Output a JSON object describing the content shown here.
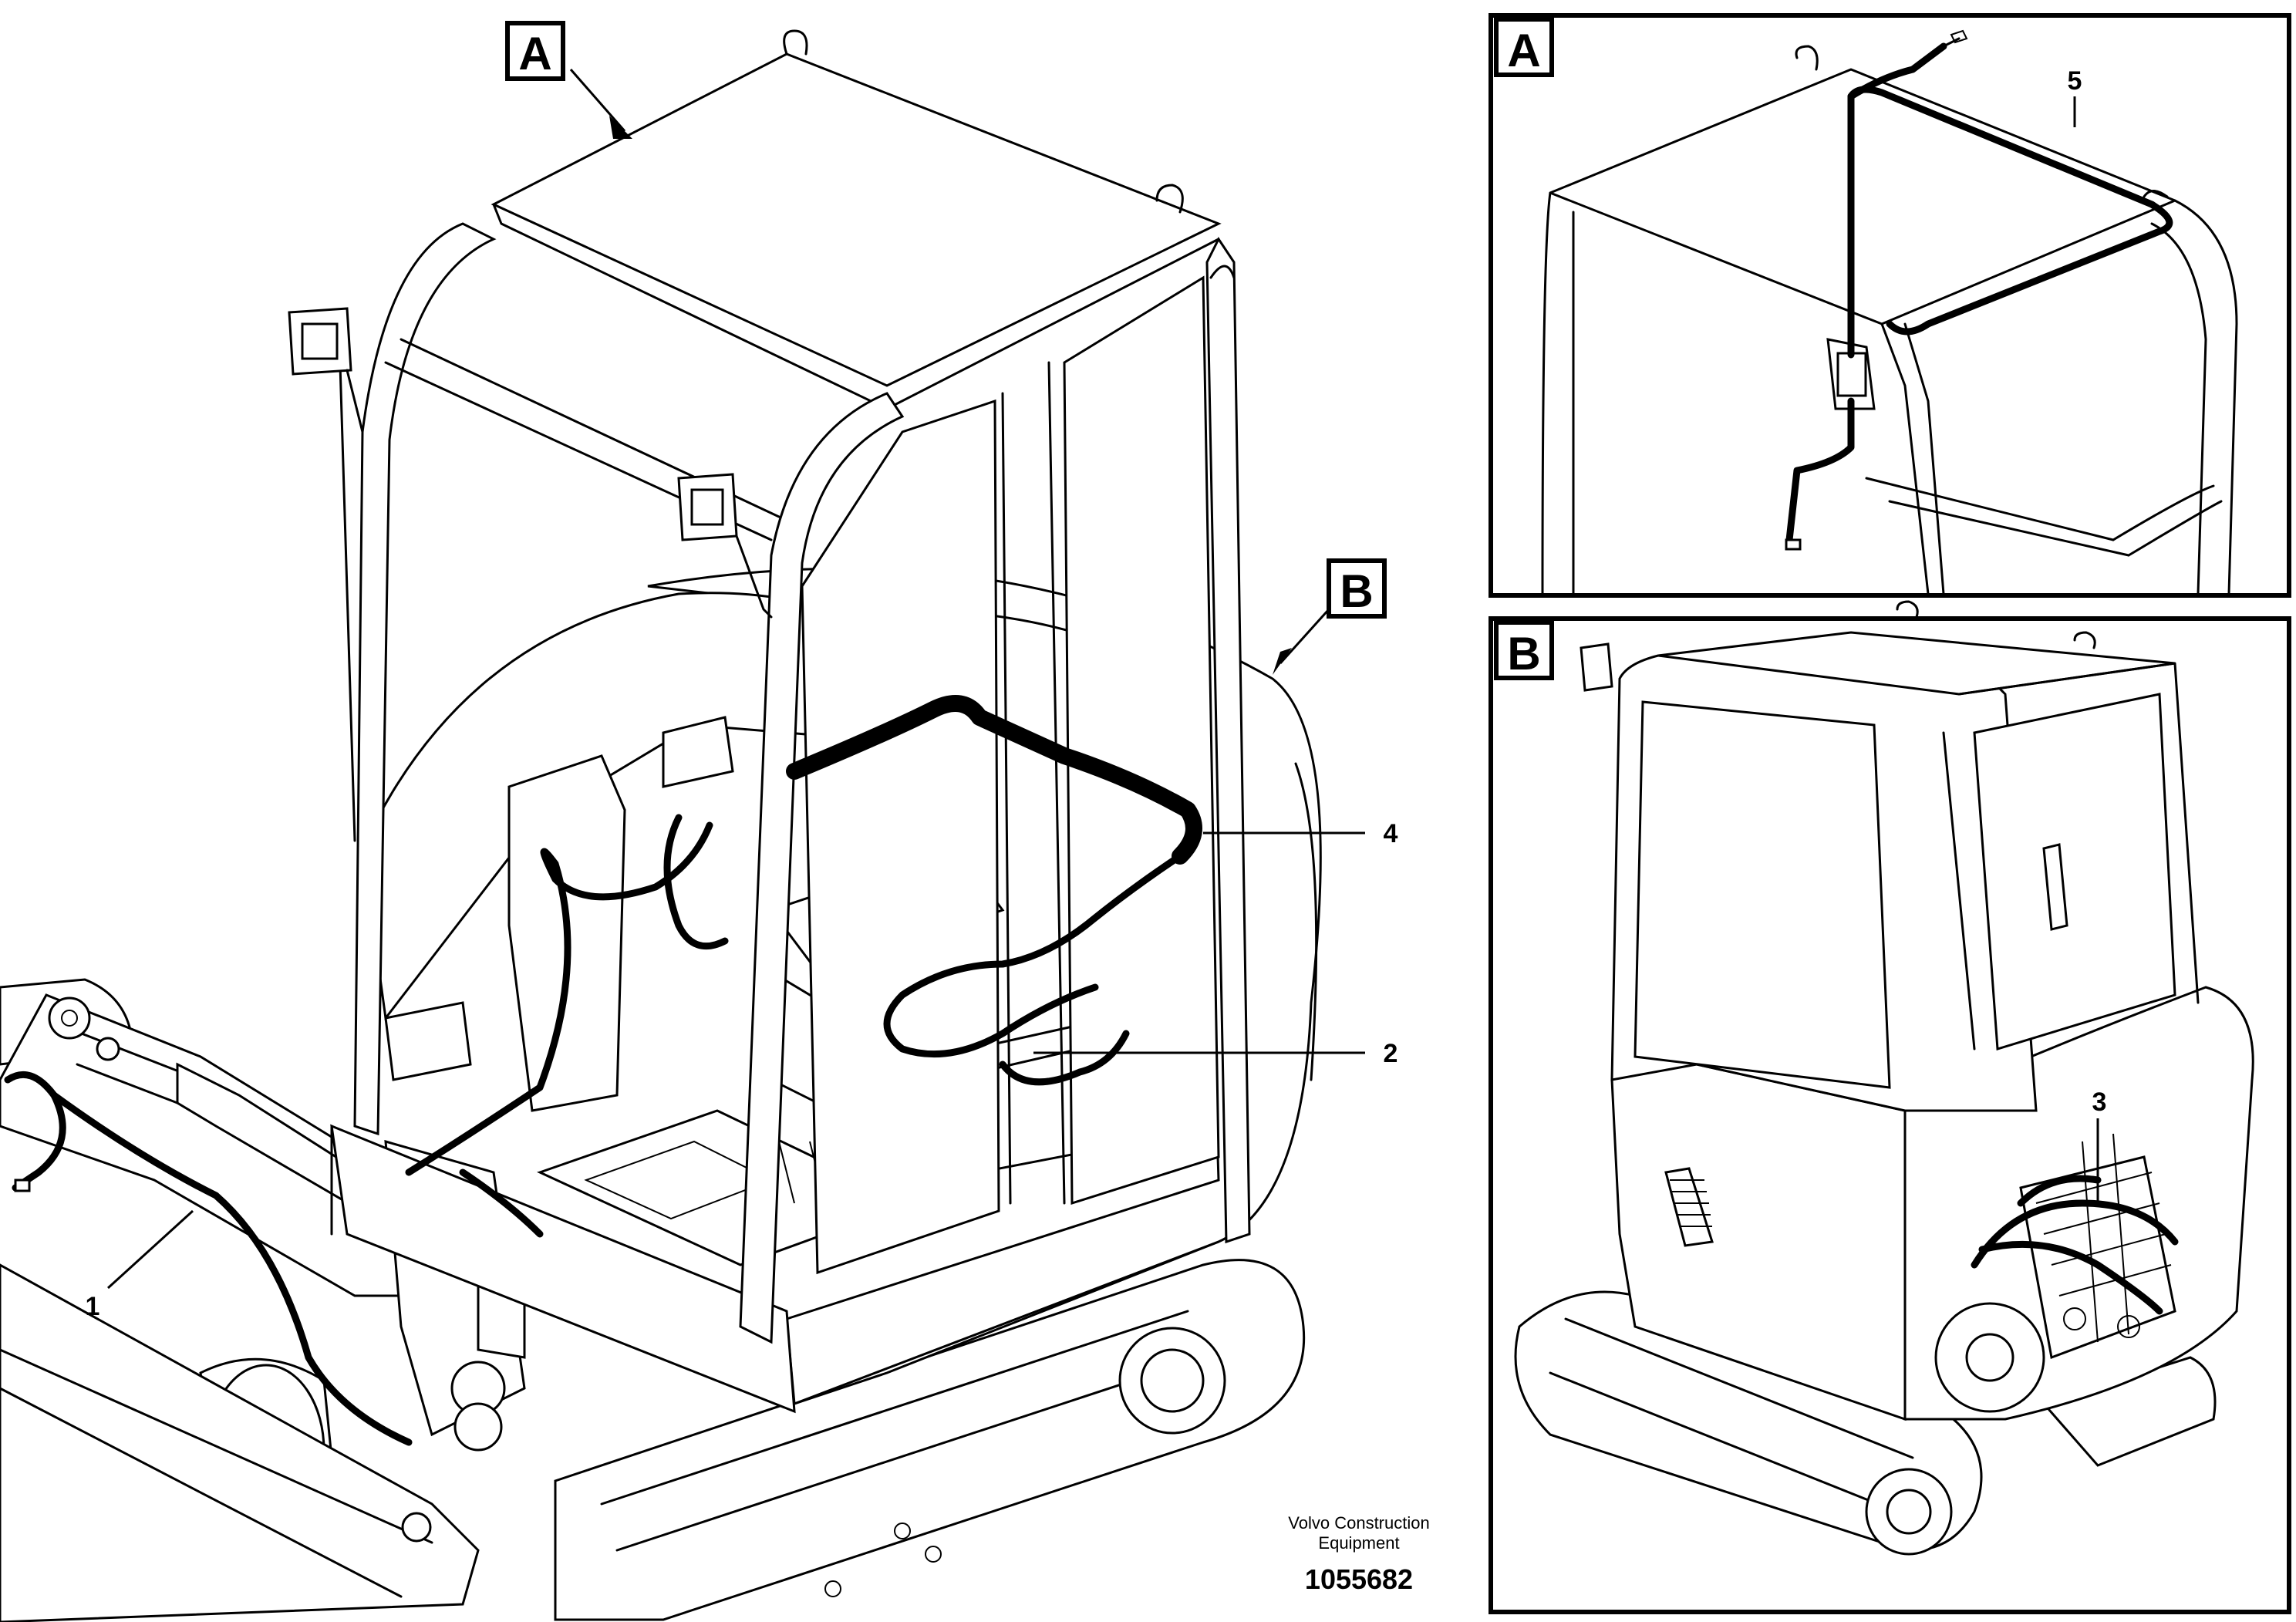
{
  "views": {
    "main": {
      "label": "B",
      "top_label": "A"
    },
    "detail_a": {
      "label": "A"
    },
    "detail_b": {
      "label": "B"
    }
  },
  "callouts": {
    "harness_1": "1",
    "harness_2": "2",
    "harness_3": "3",
    "harness_4": "4",
    "harness_5": "5"
  },
  "footer": {
    "company_line1": "Volvo Construction",
    "company_line2": "Equipment",
    "drawing_number": "1055682"
  }
}
